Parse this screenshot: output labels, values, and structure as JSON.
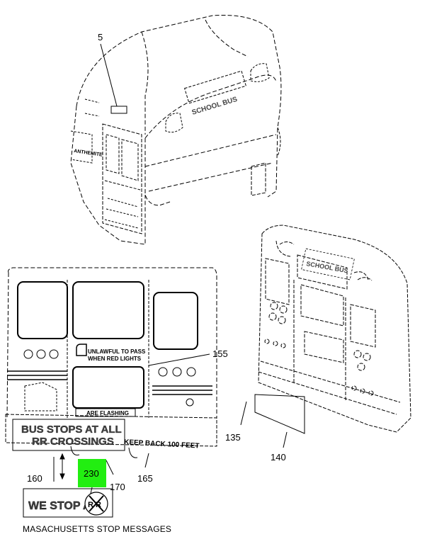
{
  "callouts": {
    "c5": "5",
    "c155": "155",
    "c135": "135",
    "c140": "140",
    "c160": "160",
    "c165": "165",
    "c170": "170",
    "c230": "230"
  },
  "signs": {
    "school_bus_top": "SCHOOL BUS",
    "school_bus_right": "SCHOOL BUS",
    "unlawful_line1": "UNLAWFUL TO PASS",
    "unlawful_line2": "WHEN RED LIGHTS",
    "are_flashing": "ARE FLASHING",
    "bus_stops_line1": "BUS STOPS AT ALL",
    "bus_stops_line2": "RR CROSSINGS",
    "keep_back": "KEEP BACK 100 FEET",
    "we_stop_at": "WE STOP AT",
    "rr_symbol": "R R"
  },
  "caption": "MASACHUSETTS STOP MESSAGES",
  "colors": {
    "highlight": "#22ee11",
    "line": "#000000"
  }
}
